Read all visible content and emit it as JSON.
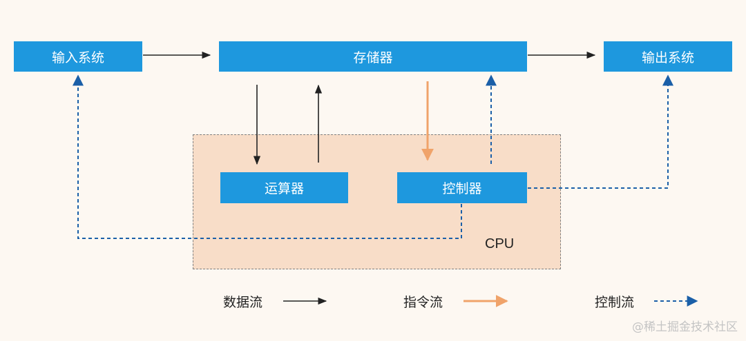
{
  "nodes": {
    "input_system": "输入系统",
    "memory": "存储器",
    "output_system": "输出系统",
    "alu": "运算器",
    "controller": "控制器"
  },
  "cpu_label": "CPU",
  "legend": {
    "data_flow": "数据流",
    "instruction_flow": "指令流",
    "control_flow": "控制流"
  },
  "colors": {
    "box_fill": "#1e98de",
    "cpu_fill": "#f8ddc8",
    "data_arrow": "#222222",
    "instruction_arrow": "#f0a36a",
    "control_arrow": "#1a5fa8"
  },
  "watermark": "@稀土掘金技术社区"
}
